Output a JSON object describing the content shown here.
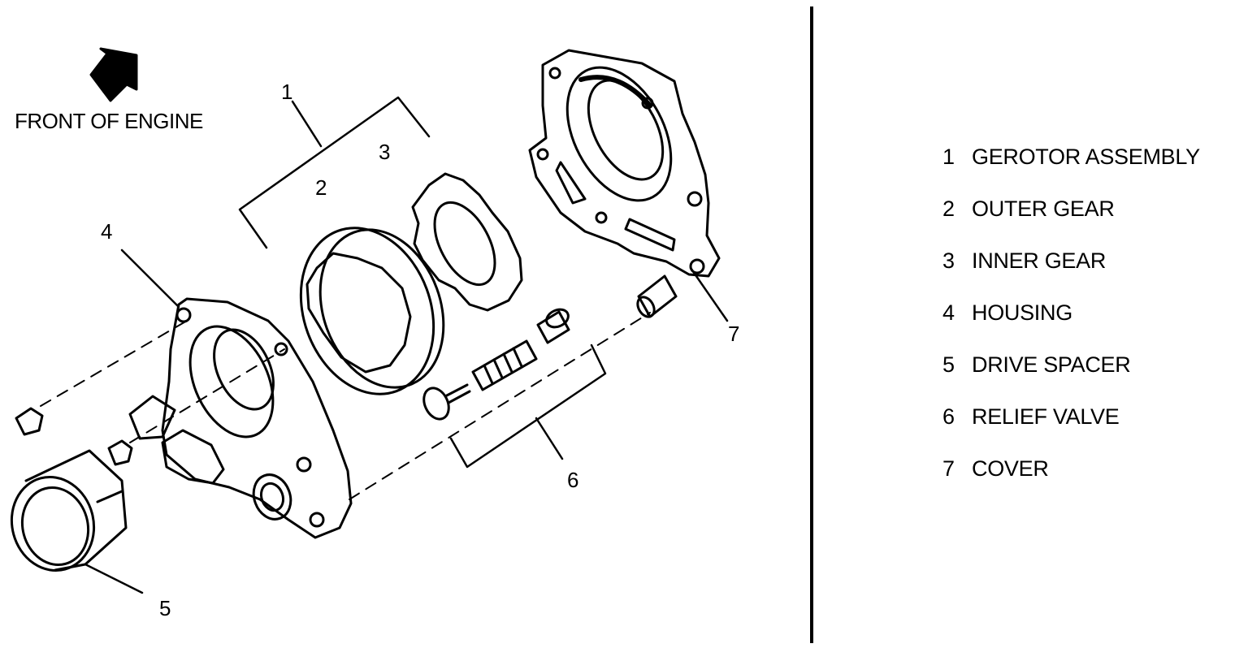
{
  "front_label": "FRONT OF ENGINE",
  "callouts": [
    "1",
    "2",
    "3",
    "4",
    "5",
    "6",
    "7"
  ],
  "legend": [
    {
      "num": "1",
      "label": "GEROTOR ASSEMBLY"
    },
    {
      "num": "2",
      "label": "OUTER GEAR"
    },
    {
      "num": "3",
      "label": "INNER GEAR"
    },
    {
      "num": "4",
      "label": "HOUSING"
    },
    {
      "num": "5",
      "label": "DRIVE SPACER"
    },
    {
      "num": "6",
      "label": "RELIEF VALVE"
    },
    {
      "num": "7",
      "label": "COVER"
    }
  ],
  "colors": {
    "ink": "#000000",
    "paper": "#ffffff"
  }
}
